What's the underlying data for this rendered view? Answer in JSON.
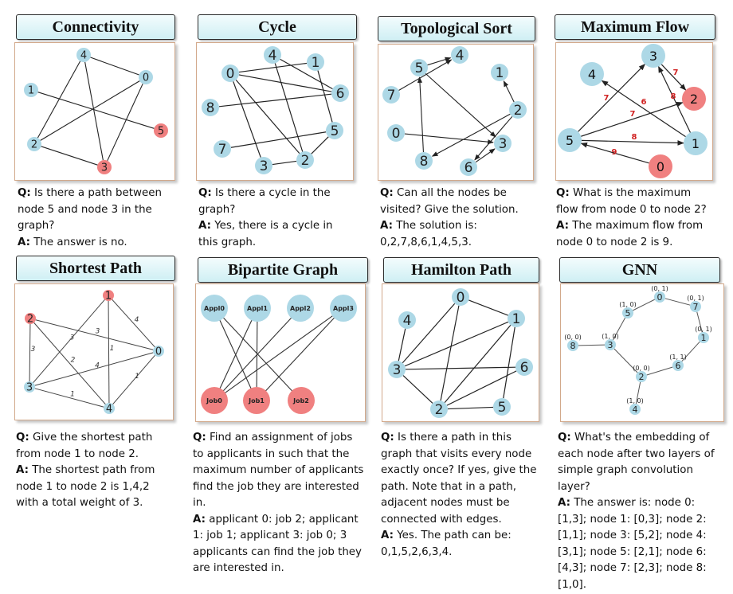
{
  "panels": [
    {
      "title": "Connectivity",
      "q": "Is there a path between node 5 and node 3 in the graph?",
      "a": "The answer is no."
    },
    {
      "title": "Cycle",
      "q": "Is there a cycle in the graph?",
      "a": "Yes, there is a cycle in this graph."
    },
    {
      "title": "Topological Sort",
      "q": "Can all the nodes be visited? Give the solution.",
      "a": "The solution is: 0,2,7,8,6,1,4,5,3."
    },
    {
      "title": "Maximum Flow",
      "q": "What is the maximum flow from node 0 to node 2?",
      "a": "The maximum flow from node 0 to node 2 is 9."
    },
    {
      "title": "Shortest Path",
      "q": "Give the shortest path from node 1 to node 2.",
      "a": "The shortest path from node 1 to node 2 is 1,4,2 with a total weight of 3."
    },
    {
      "title": "Bipartite Graph",
      "q": "Find an assignment of jobs to applicants in such that the maximum number of applicants find the job they are interested in.",
      "a": "applicant 0: job 2; applicant 1: job 1; applicant 3: job 0; 3 applicants can find the job they are interested in."
    },
    {
      "title": "Hamilton Path",
      "q": "Is there a path in this graph that visits every node exactly once? If yes, give the path. Note that in a path, adjacent nodes must be connected with edges.",
      "a": "Yes. The path can be: 0,1,5,2,6,3,4."
    },
    {
      "title": "GNN",
      "q": "What's the embedding of each node after two layers of simple graph convolution layer?",
      "a": "The answer is: node 0: [1,3]; node 1: [0,3]; node 2: [1,1]; node 3: [5,2]; node 4: [3,1]; node 5: [2,1]; node 6: [4,3]; node 7: [2,3]; node 8: [1,0]."
    }
  ],
  "qa_labels": {
    "q": "Q:",
    "a": "A:"
  },
  "colors": {
    "node": "#add8e6",
    "highlight": "#f08080",
    "edge": "#222222",
    "flow_label": "#d02020",
    "title_bg": "#d6f1f5",
    "frame_border": "#d2a98b"
  },
  "graphs": {
    "connectivity": {
      "nodes": [
        "4",
        "1",
        "0",
        "5",
        "2",
        "3"
      ],
      "highlight": [
        "5",
        "3"
      ],
      "edges": [
        [
          "4",
          "2"
        ],
        [
          "4",
          "3"
        ],
        [
          "4",
          "0"
        ],
        [
          "1",
          "5"
        ],
        [
          "2",
          "0"
        ],
        [
          "2",
          "3"
        ],
        [
          "0",
          "3"
        ]
      ]
    },
    "cycle": {
      "nodes": [
        "4",
        "1",
        "0",
        "6",
        "8",
        "5",
        "7",
        "3",
        "2"
      ],
      "edges": [
        [
          "0",
          "1"
        ],
        [
          "0",
          "6"
        ],
        [
          "0",
          "3"
        ],
        [
          "0",
          "2"
        ],
        [
          "4",
          "2"
        ],
        [
          "4",
          "6"
        ],
        [
          "8",
          "6"
        ],
        [
          "1",
          "5"
        ],
        [
          "7",
          "5"
        ],
        [
          "3",
          "2"
        ],
        [
          "2",
          "5"
        ]
      ]
    },
    "topological": {
      "nodes": [
        "4",
        "5",
        "1",
        "7",
        "2",
        "0",
        "3",
        "8",
        "6"
      ],
      "directed_edges": [
        [
          "5",
          "4"
        ],
        [
          "7",
          "4"
        ],
        [
          "2",
          "1"
        ],
        [
          "5",
          "3"
        ],
        [
          "8",
          "5"
        ],
        [
          "2",
          "8"
        ],
        [
          "0",
          "3"
        ],
        [
          "2",
          "6"
        ],
        [
          "6",
          "3"
        ]
      ]
    },
    "max_flow": {
      "nodes": [
        "3",
        "4",
        "2",
        "5",
        "1",
        "0"
      ],
      "highlight": [
        "2",
        "0"
      ],
      "directed_edges": [
        {
          "from": "3",
          "to": "2",
          "w": "7"
        },
        {
          "from": "1",
          "to": "4",
          "w": "6"
        },
        {
          "from": "5",
          "to": "3",
          "w": "7"
        },
        {
          "from": "1",
          "to": "3",
          "w": "8"
        },
        {
          "from": "5",
          "to": "2",
          "w": "7"
        },
        {
          "from": "5",
          "to": "1",
          "w": "8"
        },
        {
          "from": "0",
          "to": "5",
          "w": "9"
        }
      ]
    },
    "shortest_path": {
      "nodes": [
        "1",
        "2",
        "0",
        "3",
        "4"
      ],
      "highlight": [
        "1",
        "2"
      ],
      "edges": [
        {
          "a": "1",
          "b": "0",
          "w": "4"
        },
        {
          "a": "1",
          "b": "4",
          "w": "1"
        },
        {
          "a": "1",
          "b": "3",
          "w": "3"
        },
        {
          "a": "2",
          "b": "0",
          "w": "3"
        },
        {
          "a": "2",
          "b": "3",
          "w": "3"
        },
        {
          "a": "2",
          "b": "4",
          "w": "2"
        },
        {
          "a": "3",
          "b": "0",
          "w": "4"
        },
        {
          "a": "3",
          "b": "4",
          "w": "1"
        },
        {
          "a": "0",
          "b": "4",
          "w": "1"
        }
      ]
    },
    "bipartite": {
      "applicants": [
        "Appl0",
        "Appl1",
        "Appl2",
        "Appl3"
      ],
      "jobs": [
        "Job0",
        "Job1",
        "Job2"
      ],
      "edges": [
        [
          "Appl0",
          "Job1"
        ],
        [
          "Appl0",
          "Job2"
        ],
        [
          "Appl1",
          "Job0"
        ],
        [
          "Appl1",
          "Job1"
        ],
        [
          "Appl2",
          "Job0"
        ],
        [
          "Appl3",
          "Job0"
        ],
        [
          "Appl3",
          "Job1"
        ]
      ]
    },
    "hamilton": {
      "nodes": [
        "0",
        "4",
        "1",
        "3",
        "6",
        "2",
        "5"
      ],
      "edges": [
        [
          "0",
          "1"
        ],
        [
          "0",
          "3"
        ],
        [
          "0",
          "2"
        ],
        [
          "1",
          "3"
        ],
        [
          "1",
          "2"
        ],
        [
          "1",
          "5"
        ],
        [
          "4",
          "3"
        ],
        [
          "3",
          "6"
        ],
        [
          "3",
          "2"
        ],
        [
          "2",
          "6"
        ],
        [
          "2",
          "5"
        ]
      ]
    },
    "gnn": {
      "nodes": [
        {
          "id": "0",
          "feat": "(0, 1)"
        },
        {
          "id": "5",
          "feat": "(1, 0)"
        },
        {
          "id": "7",
          "feat": "(0, 1)"
        },
        {
          "id": "8",
          "feat": "(0, 0)"
        },
        {
          "id": "3",
          "feat": "(1, 0)"
        },
        {
          "id": "1",
          "feat": "(0, 1)"
        },
        {
          "id": "6",
          "feat": "(1, 1)"
        },
        {
          "id": "2",
          "feat": "(0, 0)"
        },
        {
          "id": "4",
          "feat": "(1, 0)"
        }
      ],
      "edges": [
        [
          "0",
          "5"
        ],
        [
          "0",
          "7"
        ],
        [
          "7",
          "1"
        ],
        [
          "1",
          "6"
        ],
        [
          "6",
          "2"
        ],
        [
          "2",
          "3"
        ],
        [
          "3",
          "5"
        ],
        [
          "3",
          "8"
        ],
        [
          "2",
          "4"
        ]
      ]
    }
  }
}
